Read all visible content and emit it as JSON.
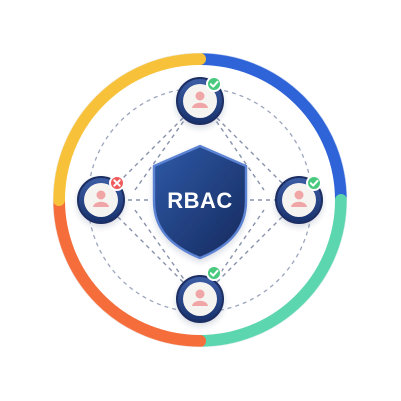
{
  "diagram": {
    "center_label": "RBAC",
    "ring_colors": {
      "top_left": "#F7C23A",
      "top_right": "#2F63D8",
      "bottom_right": "#5BD6AE",
      "bottom_left": "#F46D3A"
    },
    "shield_color": "#1F3E83",
    "node_fill": "#203F80",
    "avatar_color": "#F0A6A6",
    "nodes": [
      {
        "id": "top",
        "status": "granted",
        "badge_color": "#48C97E",
        "badge_icon": "check-icon"
      },
      {
        "id": "right",
        "status": "granted",
        "badge_color": "#48C97E",
        "badge_icon": "check-icon"
      },
      {
        "id": "bottom",
        "status": "granted",
        "badge_color": "#48C97E",
        "badge_icon": "check-icon"
      },
      {
        "id": "left",
        "status": "denied",
        "badge_color": "#F05A5A",
        "badge_icon": "x-icon"
      }
    ]
  }
}
